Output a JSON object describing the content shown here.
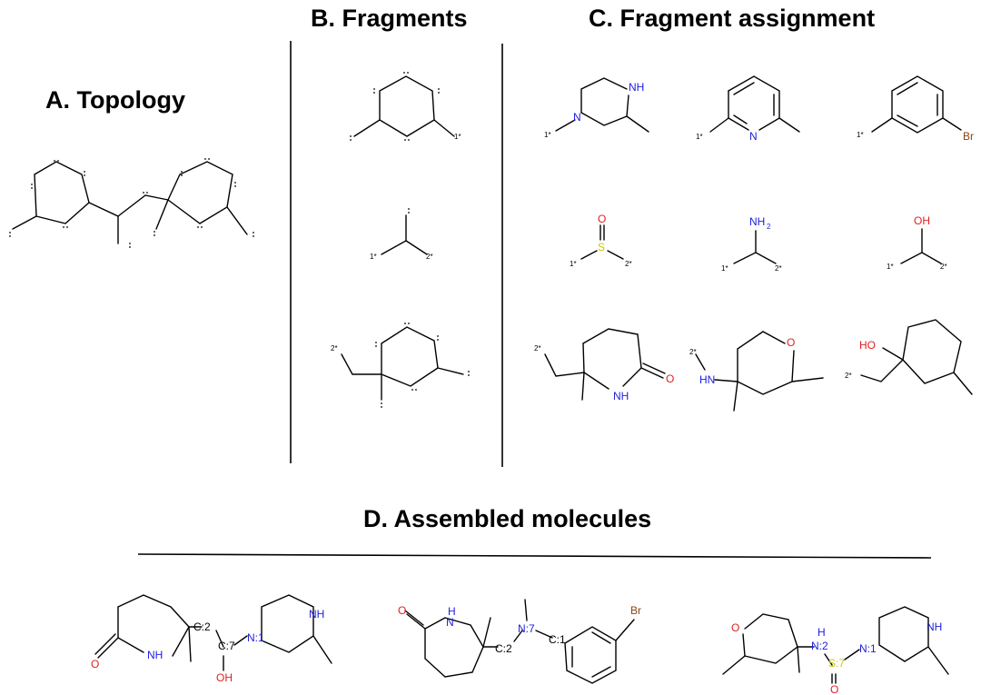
{
  "panels": {
    "topology": {
      "title": "A. Topology"
    },
    "fragments": {
      "title": "B. Fragments"
    },
    "assignment": {
      "title": "C. Fragment assignment"
    },
    "assembled": {
      "title": "D. Assembled molecules"
    }
  },
  "atom_labels": {
    "nh": "NH",
    "n": "N",
    "br": "Br",
    "o": "O",
    "s": "S",
    "nh2": "NH",
    "h2": "2",
    "oh": "OH",
    "ho": "HO",
    "h": "H",
    "hn": "HN",
    "att1": "1*",
    "att2": "2*"
  },
  "assembled_labels": {
    "c2": "C:2",
    "c7": "C:7",
    "n1": "N:1",
    "n7": "N:7",
    "c1": "C:1",
    "n2": "N:2",
    "s7": "S:7"
  },
  "colors": {
    "nitrogen": "#2020e0",
    "oxygen": "#e02020",
    "sulfur": "#c8c800",
    "bromine": "#8b4513",
    "bond": "#000000"
  }
}
